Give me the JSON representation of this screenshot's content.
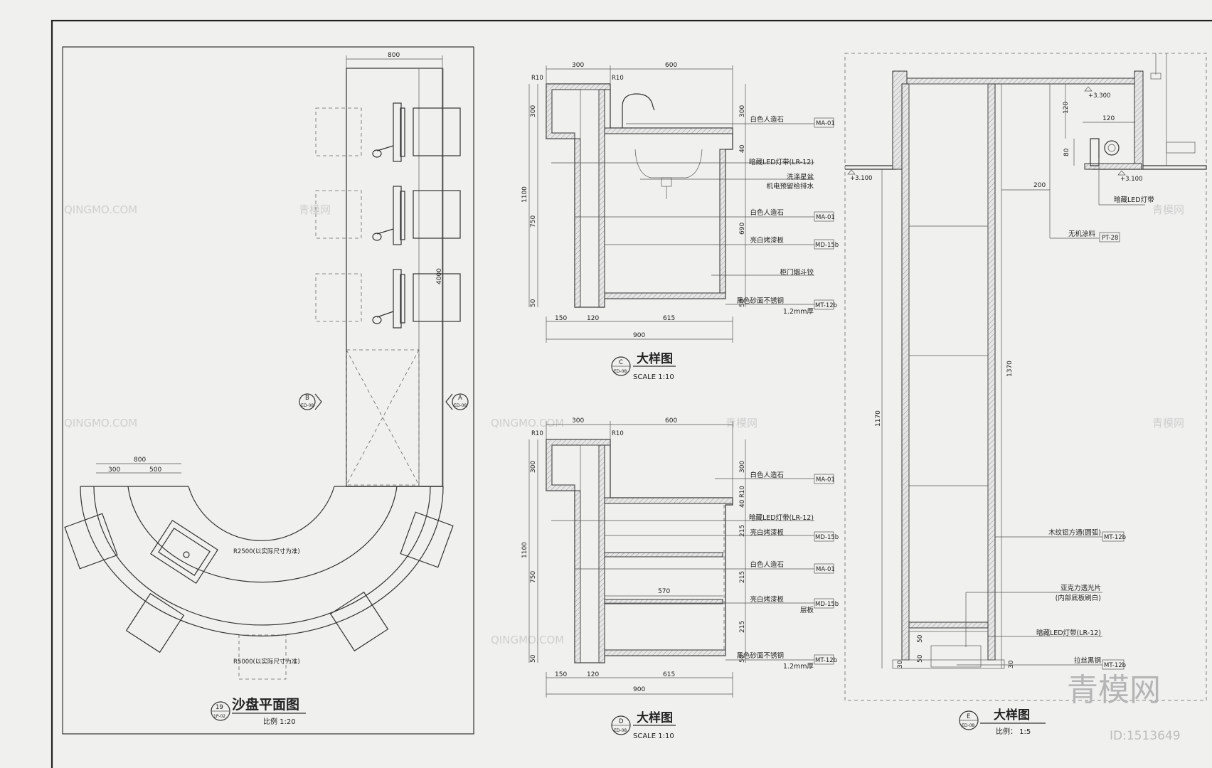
{
  "plan": {
    "title": "沙盘平面图",
    "number": "19",
    "ref": "1P-02",
    "scale_label": "比例  1:20",
    "dims": {
      "top_width": "800",
      "length": "4000",
      "arc_total": "800",
      "arc_a": "300",
      "arc_b": "500"
    },
    "radius_inner": "R2500(以实际尺寸为准)",
    "radius_outer": "R5000(以实际尺寸为准)",
    "marker_b": {
      "letter": "B",
      "ref": "ED-08"
    },
    "marker_a": {
      "letter": "A",
      "ref": "ED-08"
    }
  },
  "detail_c": {
    "title": "大样图",
    "letter": "C",
    "ref": "ED-08",
    "scale_label": "SCALE  1:10",
    "top_dims": [
      "300",
      "600"
    ],
    "left_dims": [
      "300",
      "1100",
      "750",
      "50"
    ],
    "right_dims": [
      "300",
      "40",
      "690",
      "50"
    ],
    "bottom_dims": [
      "150",
      "120",
      "615"
    ],
    "total_width": "900",
    "radius_a": "R10",
    "radius_b": "R10",
    "labels": [
      {
        "text": "白色人造石",
        "code": "MA-01"
      },
      {
        "text": "暗藏LED灯带(LR-12)",
        "code": ""
      },
      {
        "text": "洗涤星盆",
        "code": ""
      },
      {
        "text": "机电预留给排水",
        "code": ""
      },
      {
        "text": "白色人造石",
        "code": "MA-01"
      },
      {
        "text": "亮白烤漆板",
        "code": "MD-15b"
      },
      {
        "text": "柜门烟斗铰",
        "code": ""
      },
      {
        "text": "黑色砂面不锈钢",
        "code": "MT-12b"
      },
      {
        "text": "1.2mm厚",
        "code": ""
      }
    ]
  },
  "detail_d": {
    "title": "大样图",
    "letter": "D",
    "ref": "ED-08",
    "scale_label": "SCALE  1:10",
    "top_dims": [
      "300",
      "600"
    ],
    "left_dims": [
      "300",
      "1100",
      "750",
      "50"
    ],
    "right_dims": [
      "300",
      "R10",
      "40",
      "215",
      "215",
      "215",
      "50"
    ],
    "shelf_width": "570",
    "bottom_dims": [
      "150",
      "120",
      "615"
    ],
    "total_width": "900",
    "radius_a": "R10",
    "radius_b": "R10",
    "labels": [
      {
        "text": "白色人造石",
        "code": "MA-01"
      },
      {
        "text": "暗藏LED灯带(LR-12)",
        "code": ""
      },
      {
        "text": "亮白烤漆板",
        "code": "MD-15b"
      },
      {
        "text": "白色人造石",
        "code": "MA-01"
      },
      {
        "text": "亮白烤漆板",
        "code": "MD-15b"
      },
      {
        "text": "层板",
        "code": ""
      },
      {
        "text": "黑色砂面不锈钢",
        "code": "MT-12b"
      },
      {
        "text": "1.2mm厚",
        "code": ""
      }
    ]
  },
  "detail_e": {
    "title": "大样图",
    "letter": "E",
    "ref": "ED-08",
    "scale_label": "比例：   1:5",
    "level_top": "+3.300",
    "level_left": "+3.100",
    "level_right": "+3.100",
    "dims": {
      "d120v": "120",
      "d120h": "120",
      "d80": "80",
      "d200": "200",
      "d1370": "1370",
      "d1170": "1170",
      "d50a": "50",
      "d50b": "50",
      "d30a": "30",
      "d30b": "30"
    },
    "labels": [
      {
        "text": "暗藏LED灯带",
        "code": ""
      },
      {
        "text": "无机涂料",
        "code": "PT-28"
      },
      {
        "text": "木纹铝方通(圆弧)",
        "code": "MT-12b"
      },
      {
        "text": "亚克力透光片",
        "code": ""
      },
      {
        "text": "(内部底板刷白)",
        "code": ""
      },
      {
        "text": "暗藏LED灯带(LR-12)",
        "code": ""
      },
      {
        "text": "拉丝黑钢",
        "code": "MT-12b"
      }
    ]
  },
  "watermarks": {
    "logo": "青模网",
    "site": "QINGMO.COM",
    "brand": "青模网",
    "id": "ID:1513649"
  }
}
